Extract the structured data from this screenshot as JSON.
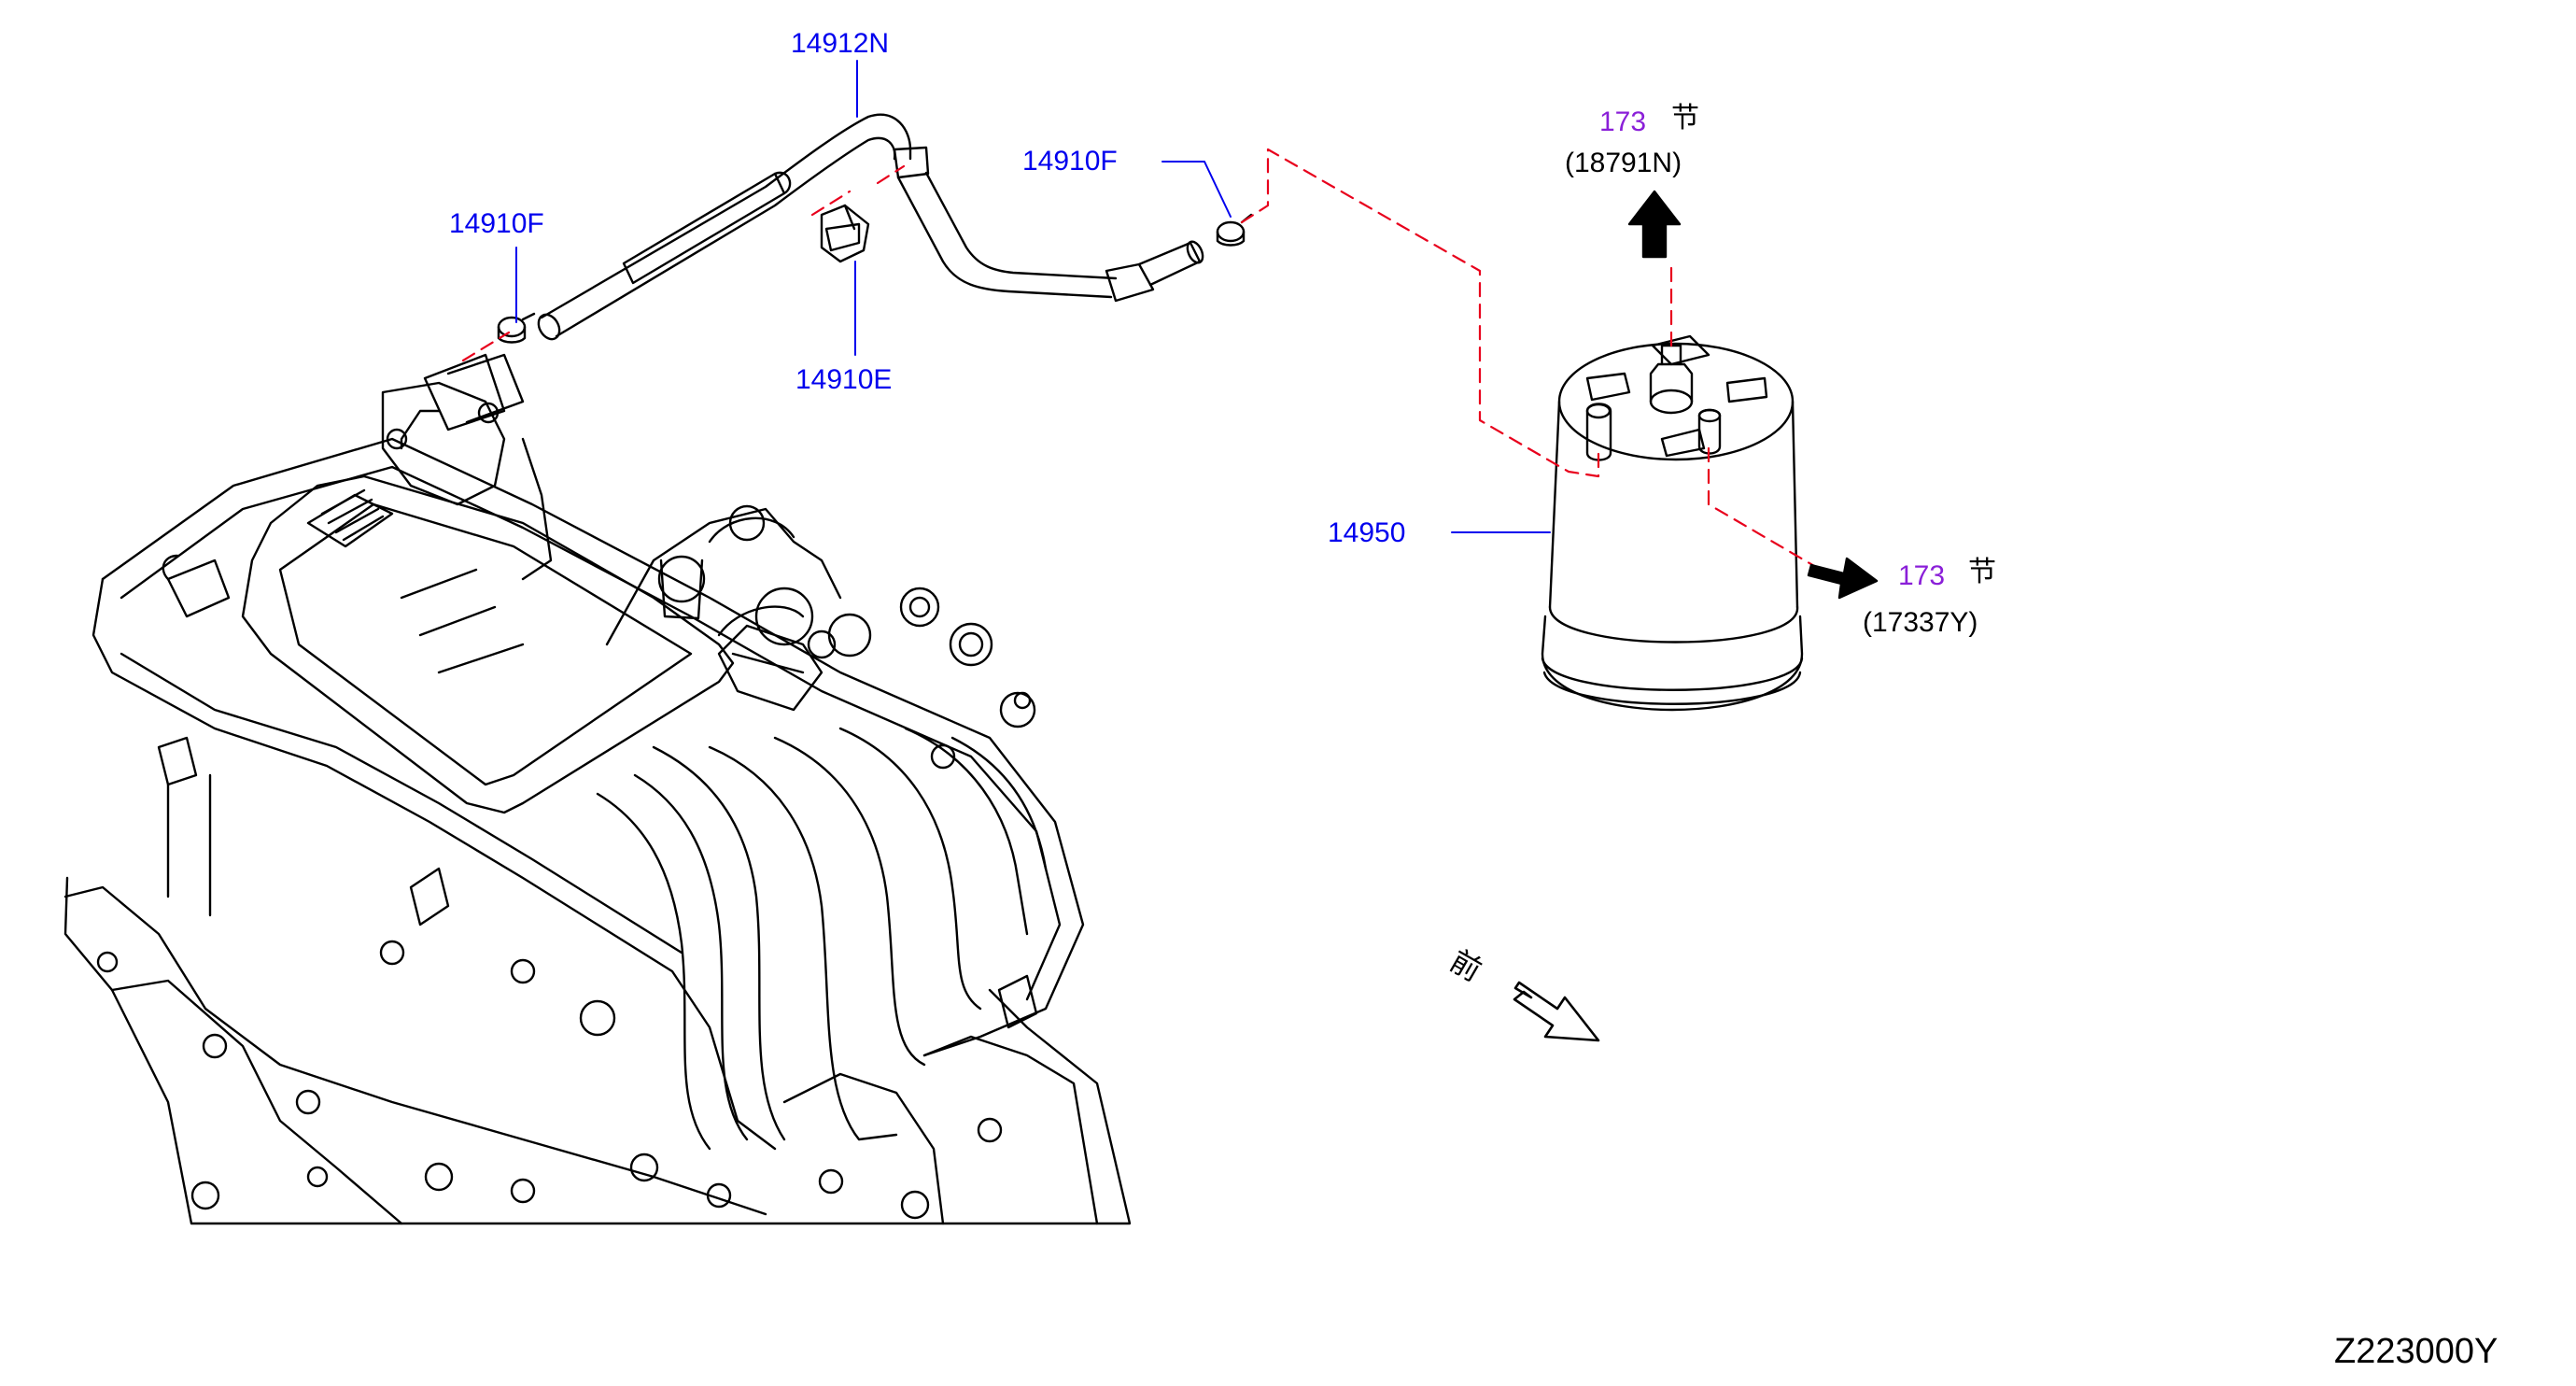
{
  "colors": {
    "part_number": "#0000ee",
    "reference": "#8a1fd8",
    "dashed_line": "#e8001c",
    "outline": "#000000"
  },
  "labels": {
    "hose_14912N": "14912N",
    "clamp_left_14910F": "14910F",
    "clamp_right_14910F": "14910F",
    "clip_14910E": "14910E",
    "canister_14950": "14950",
    "ref_top_num": "173",
    "ref_top_char": "节",
    "ref_top_part": "(18791N)",
    "ref_right_num": "173",
    "ref_right_char": "节",
    "ref_right_part": "(17337Y)",
    "front_char": "前",
    "diagram_code": "Z223000Y"
  },
  "icons": {
    "front_indicator": "front-arrow-icon",
    "top_arrow": "arrow-up-icon",
    "right_arrow": "arrow-right-icon"
  }
}
